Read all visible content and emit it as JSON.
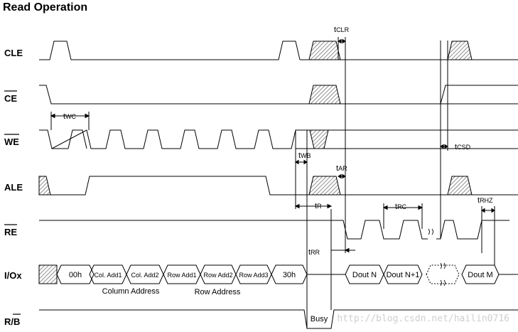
{
  "title": "Read Operation",
  "signals": {
    "cle": "CLE",
    "ce": "CE",
    "we": "WE",
    "ale": "ALE",
    "re": "RE",
    "io": "I/Ox",
    "rb": "R/B"
  },
  "io_cycles": [
    "00h",
    "Col. Add1",
    "Col. Add2",
    "Row Add1",
    "Row Add2",
    "Row Add3",
    "30h",
    "Dout N",
    "Dout N+1",
    "Dout M"
  ],
  "group_labels": {
    "column": "Column Address",
    "row": "Row Address"
  },
  "busy_label": "Busy",
  "timing": {
    "twc": {
      "t": "t",
      "sub": "WC"
    },
    "tclr": {
      "t": "t",
      "sub": "CLR"
    },
    "twb": {
      "t": "t",
      "sub": "WB"
    },
    "tar": {
      "t": "t",
      "sub": "AR"
    },
    "tr": {
      "t": "t",
      "sub": "R"
    },
    "trc": {
      "t": "t",
      "sub": "RC"
    },
    "trr": {
      "t": "t",
      "sub": "RR"
    },
    "tcsd": {
      "t": "t",
      "sub": "CSD"
    },
    "trhz": {
      "t": "t",
      "sub": "RHZ"
    }
  },
  "watermark": "http://blog.csdn.net/hailin0716"
}
